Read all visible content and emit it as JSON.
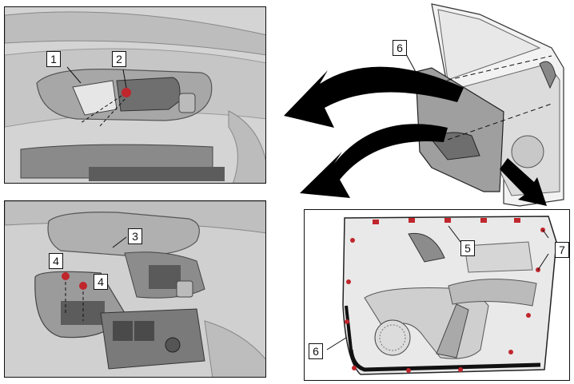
{
  "callouts": {
    "c1": "1",
    "c2": "2",
    "c3": "3",
    "c4a": "4",
    "c4b": "4",
    "c5": "5",
    "c6a": "6",
    "c6b": "6",
    "c7": "7"
  },
  "colors": {
    "fastener_red": "#c0262c",
    "panel_gray": "#cfcfcf",
    "outline": "#111111",
    "arrow_black": "#000000"
  }
}
